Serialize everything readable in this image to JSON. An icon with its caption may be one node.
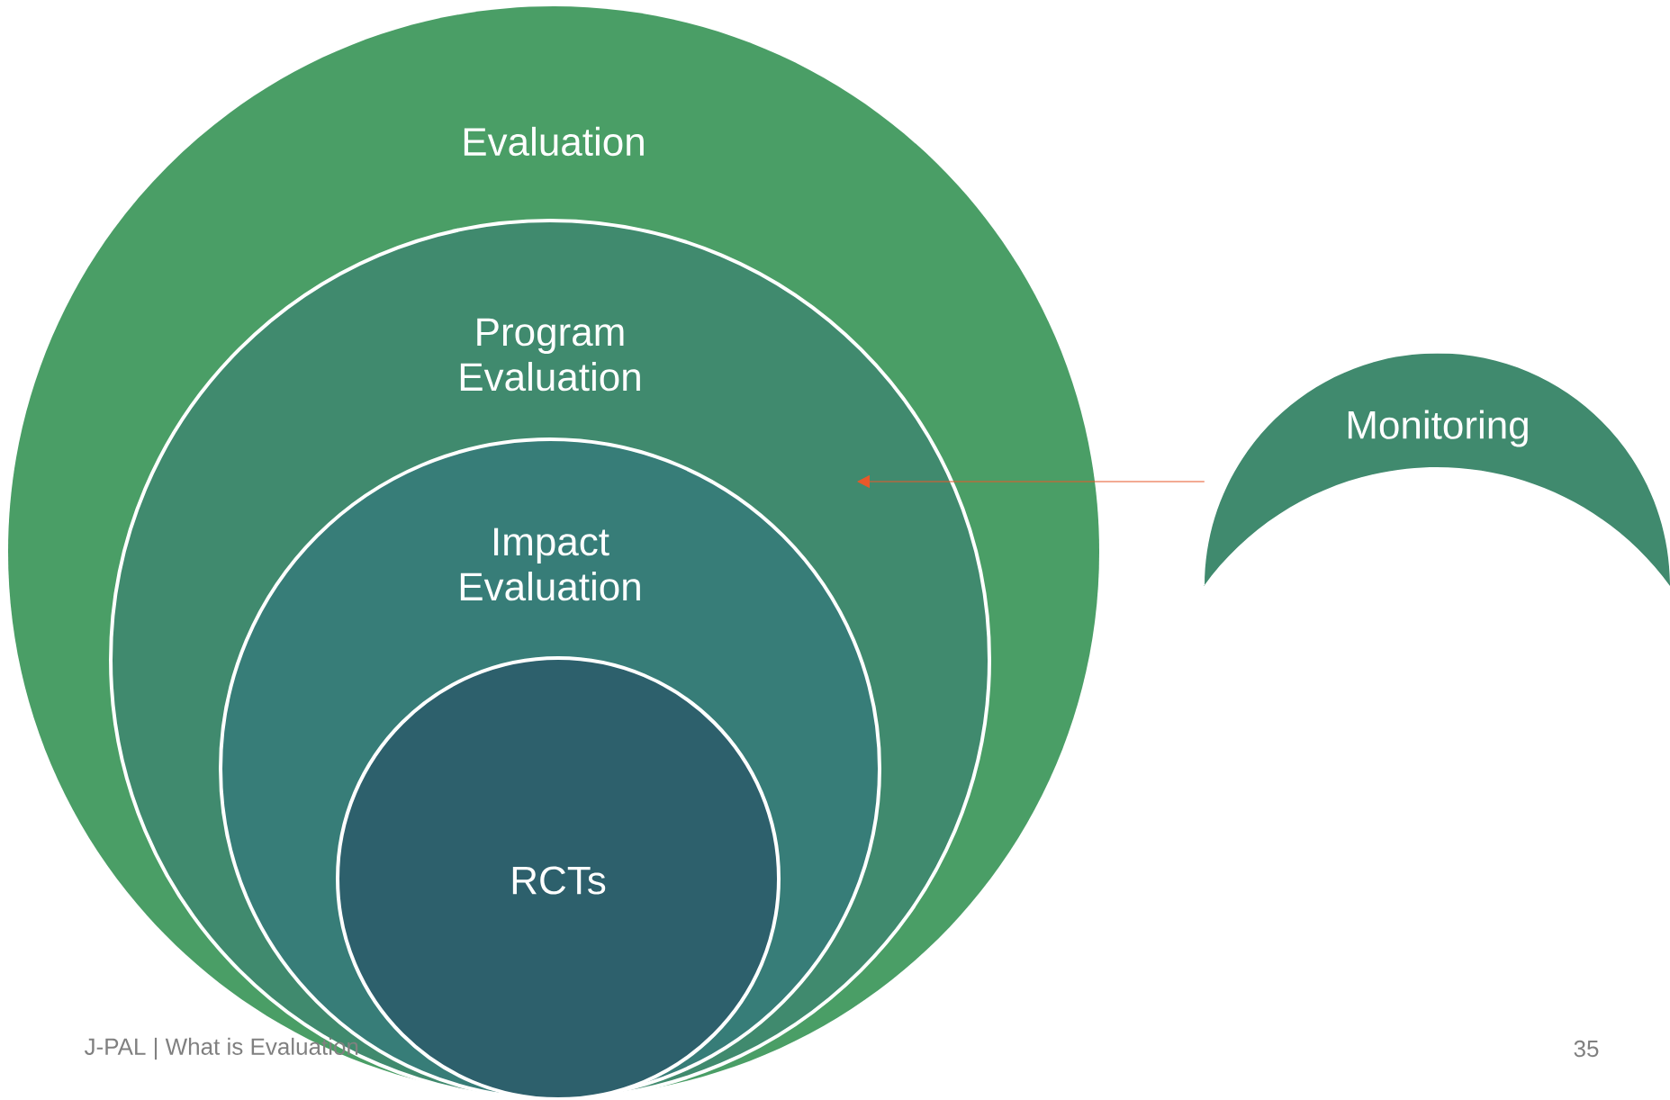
{
  "diagram": {
    "nodes": [
      {
        "text": [
          "Evaluation"
        ]
      },
      {
        "text": [
          "Program Evaluation"
        ],
        "in": 0
      },
      {
        "text": [
          "Impact Evaluation"
        ],
        "in": 1
      },
      {
        "text": [
          "RCTs"
        ],
        "in": 2
      },
      {
        "text": [
          "Monitoring"
        ]
      }
    ],
    "edges": [
      {
        "from": 4,
        "to": 1,
        "arrow": "to",
        "color": "#e8582a"
      }
    ],
    "labels": [
      "J-PAL | What is Evaluation",
      "35"
    ]
  }
}
